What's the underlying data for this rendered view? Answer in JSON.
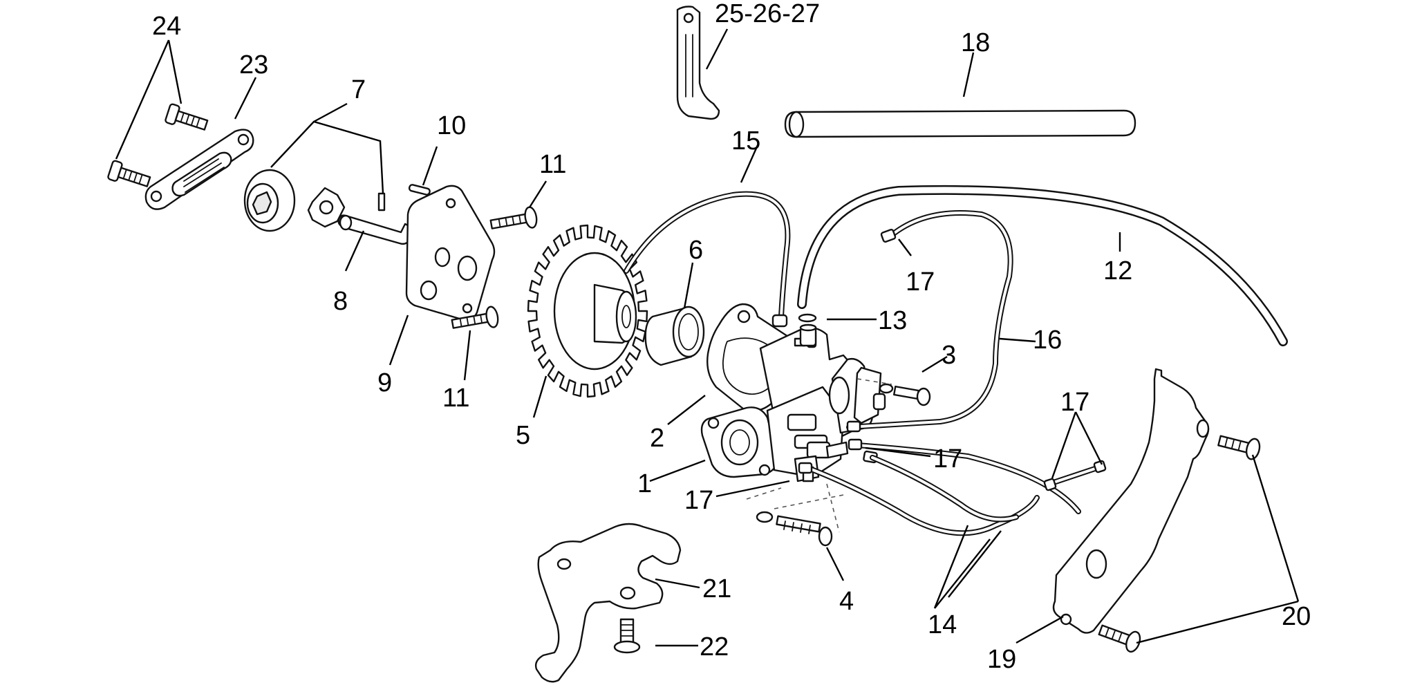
{
  "callouts": {
    "c1": "1",
    "c2": "2",
    "c3": "3",
    "c4": "4",
    "c5": "5",
    "c6": "6",
    "c7": "7",
    "c8": "8",
    "c9": "9",
    "c10": "10",
    "c11a": "11",
    "c11b": "11",
    "c12": "12",
    "c13": "13",
    "c14": "14",
    "c15": "15",
    "c16": "16",
    "c17a": "17",
    "c17b": "17",
    "c17c": "17",
    "c17d": "17",
    "c18": "18",
    "c19": "19",
    "c20": "20",
    "c21": "21",
    "c22": "22",
    "c23": "23",
    "c24": "24",
    "c25": "25-26-27"
  }
}
